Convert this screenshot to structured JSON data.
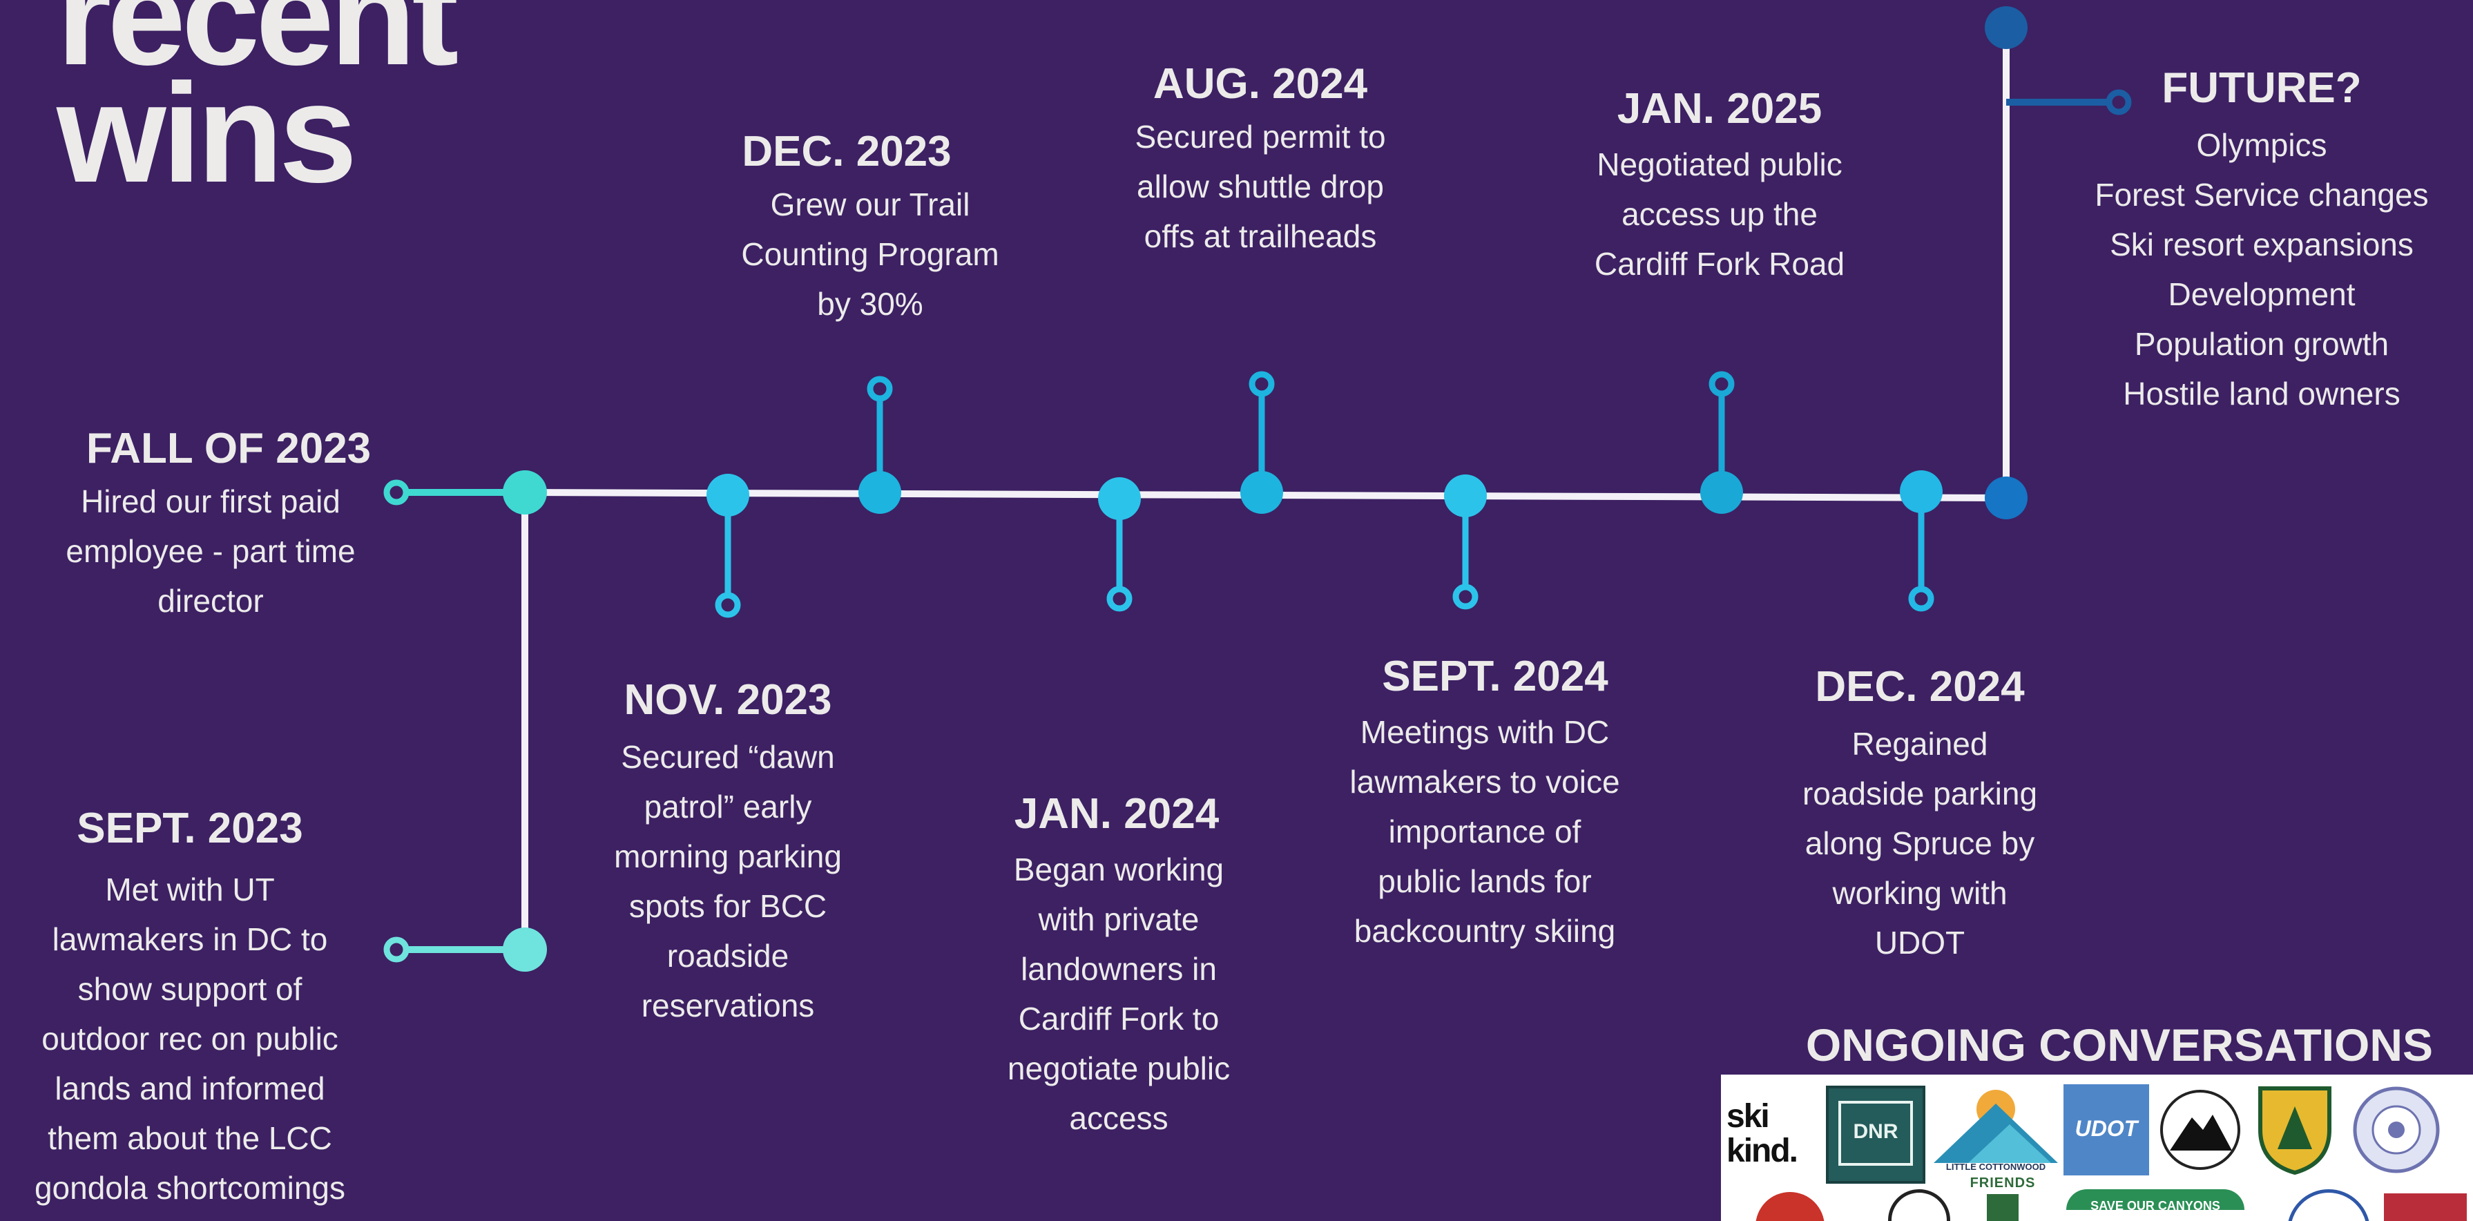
{
  "heading": {
    "line1": "recent",
    "line2": "wins"
  },
  "events": {
    "fall2023": {
      "date": "FALL OF 2023",
      "desc": "Hired our first paid\nemployee - part time\ndirector"
    },
    "sept2023": {
      "date": "SEPT. 2023",
      "desc": "Met with UT\nlawmakers in DC to\nshow support of\noutdoor rec on public\nlands and informed\nthem about the LCC\ngondola shortcomings"
    },
    "nov2023": {
      "date": "NOV. 2023",
      "desc": "Secured “dawn\npatrol” early\nmorning parking\nspots for BCC\nroadside\nreservations"
    },
    "dec2023": {
      "date": "DEC. 2023",
      "desc": "Grew our Trail\nCounting Program\nby 30%"
    },
    "jan2024": {
      "date": "JAN. 2024",
      "desc": "Began working\nwith private\nlandowners in\nCardiff Fork to\nnegotiate public\naccess"
    },
    "aug2024": {
      "date": "AUG. 2024",
      "desc": "Secured permit to\nallow shuttle drop\noffs at trailheads"
    },
    "sept2024": {
      "date": "SEPT. 2024",
      "desc": "Meetings with DC\nlawmakers to voice\nimportance of\npublic lands for\nbackcountry skiing"
    },
    "jan2025": {
      "date": "JAN. 2025",
      "desc": "Negotiated public\naccess up the\nCardiff Fork Road"
    },
    "dec2024": {
      "date": "DEC. 2024",
      "desc": "Regained\nroadside parking\nalong Spruce by\nworking with\nUDOT"
    }
  },
  "future": {
    "title": "FUTURE?",
    "items": [
      "Olympics",
      "Forest Service changes",
      "Ski resort expansions",
      "Development",
      "Population growth",
      "Hostile land owners"
    ]
  },
  "ongoing": {
    "title": "ONGOING CONVERSATIONS",
    "logos": {
      "skikind": "ski\nkind.",
      "dnr": "DNR",
      "littlecottonwood": "LITTLE COTTONWOOD",
      "udot": "UDOT",
      "friends": "FRIENDS",
      "savecanyons": "SAVE OUR CANYONS"
    }
  },
  "colors": {
    "background": "#3d2163",
    "text": "#ecebea",
    "line": "#f3f1f7",
    "teal": "#3fd9d1",
    "sky": "#2cc3ea",
    "blue": "#17a3d6",
    "deep": "#1675c4",
    "navy": "#1b5ea3"
  }
}
